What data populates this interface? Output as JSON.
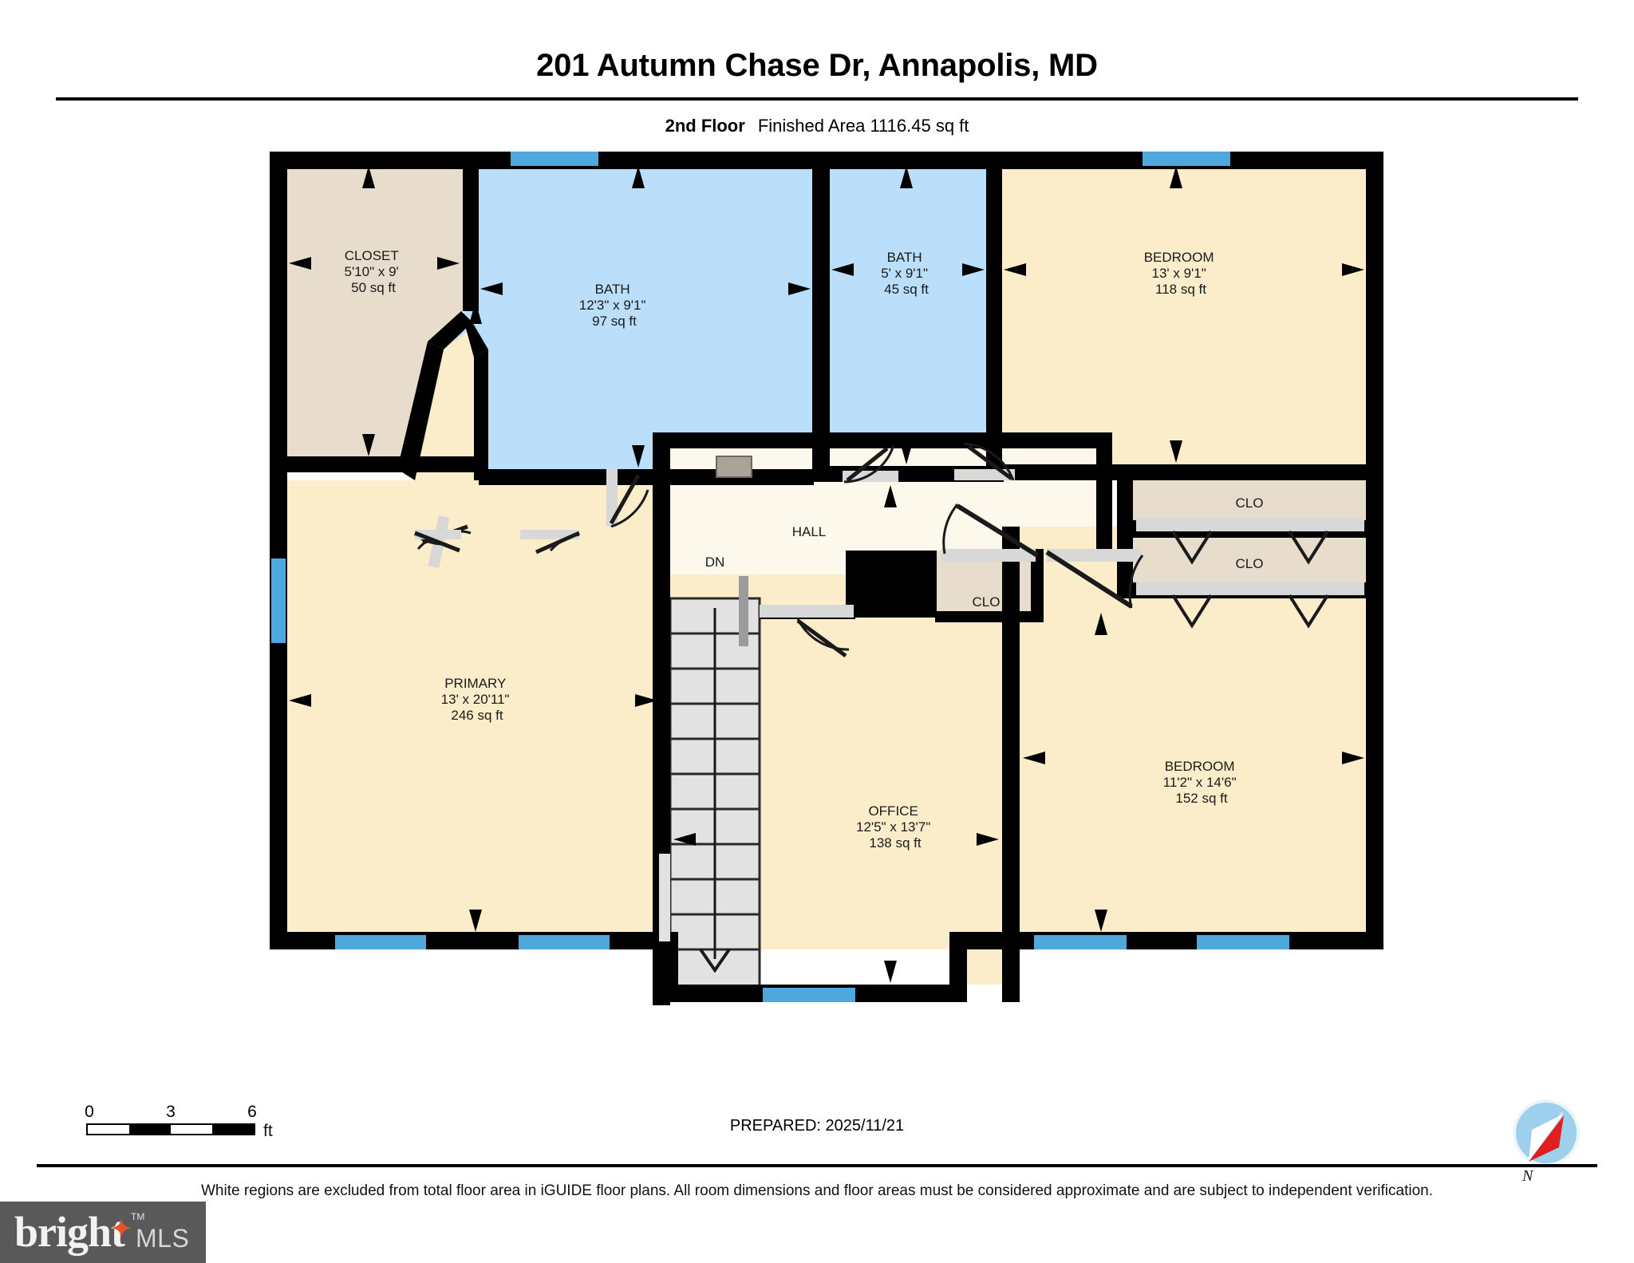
{
  "header": {
    "title": "201 Autumn Chase Dr, Annapolis, MD",
    "floor_label": "2nd Floor",
    "area_text": "Finished Area 1116.45 sq ft"
  },
  "footer": {
    "scale": {
      "ticks": [
        "0",
        "3",
        "6"
      ],
      "unit": "ft"
    },
    "prepared": "PREPARED: 2025/11/21",
    "compass_label": "N",
    "disclaimer": "White regions are excluded from total floor area in iGUIDE floor plans. All room dimensions and floor areas must be considered approximate and are subject to independent verification."
  },
  "logo": {
    "wordmark": "bright",
    "tm": "TM",
    "suffix": "MLS",
    "star_icon": "star-icon",
    "bg_color": "#595959",
    "accent_color": "#e8542a"
  },
  "colors": {
    "wall": "#000000",
    "bath_fill": "#bbdefb",
    "bedroom_fill": "#fbecca",
    "closet_fill": "#e8ddcd",
    "hall_fill": "#fdf8ec",
    "window": "#4fa8dd",
    "stair_fill": "#e2e2e2",
    "door_sill": "#d8d8d8",
    "fixture": "#a9a296"
  },
  "rooms": [
    {
      "id": "closet-top-left",
      "name": "CLOSET",
      "dimensions": "5'10\" x 9'",
      "area": "50 sq ft",
      "fill": "closet"
    },
    {
      "id": "bath-main",
      "name": "BATH",
      "dimensions": "12'3\" x 9'1\"",
      "area": "97 sq ft",
      "fill": "bath"
    },
    {
      "id": "bath-second",
      "name": "BATH",
      "dimensions": "5' x 9'1\"",
      "area": "45 sq ft",
      "fill": "bath"
    },
    {
      "id": "bedroom-top-right",
      "name": "BEDROOM",
      "dimensions": "13' x 9'1\"",
      "area": "118 sq ft",
      "fill": "bedroom"
    },
    {
      "id": "primary",
      "name": "PRIMARY",
      "dimensions": "13' x 20'11\"",
      "area": "246 sq ft",
      "fill": "bedroom"
    },
    {
      "id": "office",
      "name": "OFFICE",
      "dimensions": "12'5\" x 13'7\"",
      "area": "138 sq ft",
      "fill": "bedroom"
    },
    {
      "id": "bedroom-bottom-right",
      "name": "BEDROOM",
      "dimensions": "11'2\" x 14'6\"",
      "area": "152 sq ft",
      "fill": "bedroom"
    }
  ],
  "plain_labels": {
    "hall": "HALL",
    "stairs_down": "DN",
    "closet_hall": "CLO",
    "closet_right_upper": "CLO",
    "closet_right_lower": "CLO"
  }
}
